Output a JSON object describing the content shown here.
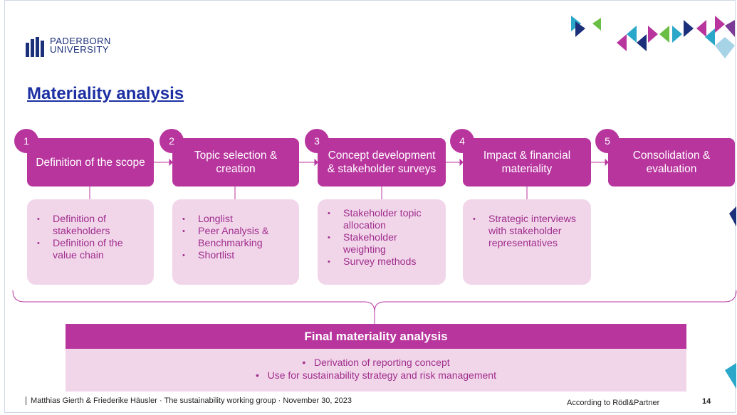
{
  "logo": {
    "line1": "PADERBORN",
    "line2": "UNIVERSITY"
  },
  "title": "Materiality analysis",
  "steps": [
    {
      "number": "1",
      "label": "Definition of the scope"
    },
    {
      "number": "2",
      "label": "Topic selection & creation"
    },
    {
      "number": "3",
      "label": "Concept development & stakeholder surveys"
    },
    {
      "number": "4",
      "label": "Impact & financial materiality"
    },
    {
      "number": "5",
      "label": "Consolidation & evaluation"
    }
  ],
  "details": [
    {
      "items": [
        "Definition of stakeholders",
        "Definition of the value chain"
      ]
    },
    {
      "items": [
        "Longlist",
        "Peer Analysis & Benchmarking",
        "Shortlist"
      ]
    },
    {
      "items": [
        "Stakeholder topic allocation",
        "Stakeholder weighting",
        "Survey methods"
      ]
    },
    {
      "items": [
        "Strategic interviews with stakeholder representatives"
      ]
    }
  ],
  "final": {
    "title": "Final materiality analysis",
    "items": [
      "Derivation of reporting concept",
      "Use for sustainability strategy and risk management"
    ]
  },
  "footer": {
    "text": "Matthias Gierth & Friederike Häusler · The sustainability working group · November 30, 2023",
    "source": "According to Rödl&Partner",
    "page": "14"
  },
  "colors": {
    "accent": "#b8359e",
    "light": "#f1d6ea",
    "title": "#1c2fa3"
  }
}
